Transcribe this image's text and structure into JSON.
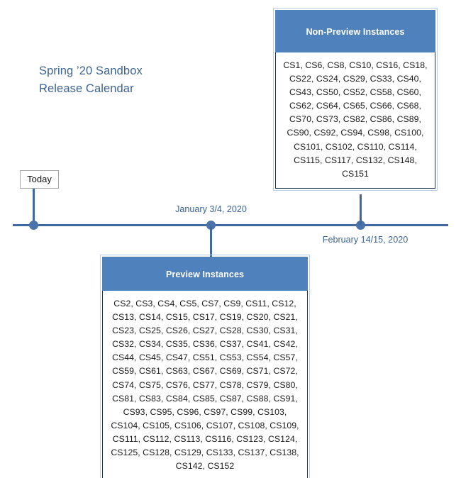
{
  "title": {
    "text": "Spring ’20 Sandbox\nRelease Calendar",
    "color": "#3d6492"
  },
  "colors": {
    "header_blue": "#4f81bd",
    "timeline_blue": "#41699f",
    "node_blue": "#4a72ab",
    "label_blue": "#3d6492",
    "body_border": "#20314a",
    "today_border": "#a6a6a6"
  },
  "timeline": {
    "today_marker": {
      "label": "Today"
    },
    "milestones": [
      {
        "name": "january-milestone",
        "label": "January 3/4, 2020",
        "label_position": "above"
      },
      {
        "name": "february-milestone",
        "label": "February 14/15, 2020",
        "label_position": "below"
      }
    ]
  },
  "boxes": {
    "non_preview": {
      "header": "Non-Preview Instances",
      "instances": "CS1, CS6, CS8, CS10, CS16, CS18, CS22, CS24, CS29, CS33, CS40, CS43, CS50, CS52, CS58, CS60, CS62, CS64, CS65, CS66, CS68, CS70, CS73, CS82, CS86, CS89, CS90, CS92, CS94, CS98, CS100, CS101, CS102, CS110, CS114, CS115, CS117, CS132, CS148, CS151"
    },
    "preview": {
      "header": "Preview Instances",
      "instances": "CS2, CS3, CS4, CS5, CS7, CS9, CS11, CS12, CS13, CS14, CS15, CS17, CS19, CS20, CS21, CS23, CS25, CS26, CS27, CS28, CS30, CS31, CS32, CS34, CS35, CS36, CS37, CS41, CS42, CS44, CS45, CS47, CS51, CS53, CS54, CS57, CS59, CS61, CS63, CS67, CS69, CS71, CS72, CS74, CS75, CS76, CS77, CS78, CS79, CS80, CS81, CS83, CS84, CS85, CS87, CS88, CS91, CS93, CS95, CS96, CS97, CS99, CS103, CS104, CS105, CS106, CS107, CS108, CS109, CS111, CS112, CS113, CS116, CS123, CS124, CS125, CS128, CS129, CS133, CS137, CS138, CS142, CS152"
    }
  }
}
